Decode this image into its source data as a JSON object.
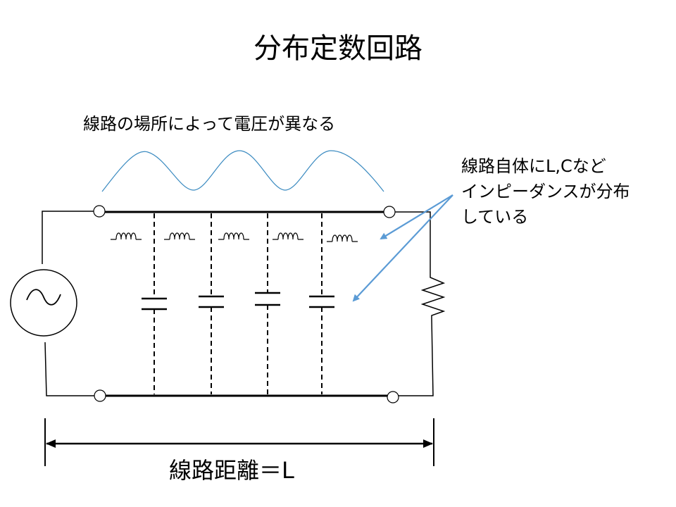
{
  "title": "分布定数回路",
  "voltage_note": "線路の場所によって電圧が異なる",
  "impedance_note": {
    "lines": [
      "線路自体にL,Cなど",
      "インピーダンスが分布",
      "している"
    ]
  },
  "distance_label": "線路距離＝L",
  "source_symbol": "~",
  "colors": {
    "wave": "#3a8ac0",
    "arrow": "#5b9bd5",
    "wire": "#000000"
  },
  "elements": {
    "inductor_count": 5,
    "capacitor_count": 4,
    "resistor_count": 1
  }
}
